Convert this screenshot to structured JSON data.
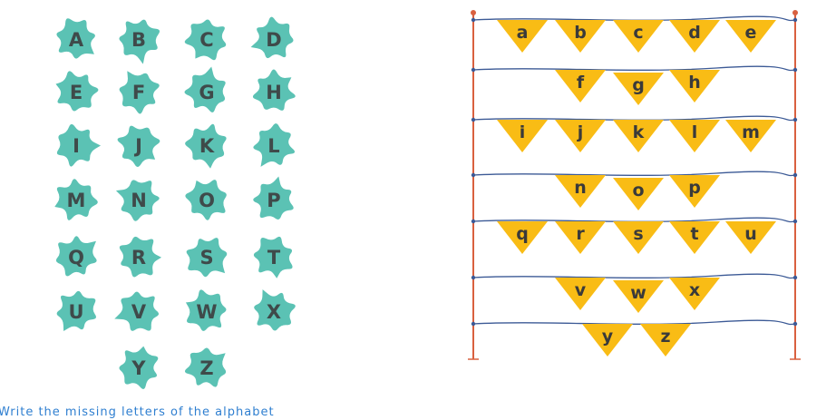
{
  "uppercase": {
    "rows": [
      [
        "A",
        "B",
        "C",
        "D"
      ],
      [
        "E",
        "F",
        "G",
        "H"
      ],
      [
        "I",
        "J",
        "K",
        "L"
      ],
      [
        "M",
        "N",
        "O",
        "P"
      ],
      [
        "Q",
        "R",
        "S",
        "T"
      ],
      [
        "U",
        "V",
        "W",
        "X"
      ],
      [
        "Y",
        "Z"
      ]
    ]
  },
  "lowercase": {
    "rows": [
      [
        "a",
        "b",
        "c",
        "d",
        "e"
      ],
      [
        "f",
        "g",
        "h"
      ],
      [
        "i",
        "j",
        "k",
        "l",
        "m"
      ],
      [
        "n",
        "o",
        "p"
      ],
      [
        "q",
        "r",
        "s",
        "t",
        "u"
      ],
      [
        "v",
        "w",
        "x"
      ],
      [
        "y",
        "z"
      ]
    ]
  },
  "colors": {
    "blob": "#5bc2b4",
    "flag": "#f9bc15",
    "string": "#3c5a96",
    "pole": "#d9603f",
    "caption": "#2f7fd0"
  },
  "caption": "Write the missing letters of the alphabet"
}
